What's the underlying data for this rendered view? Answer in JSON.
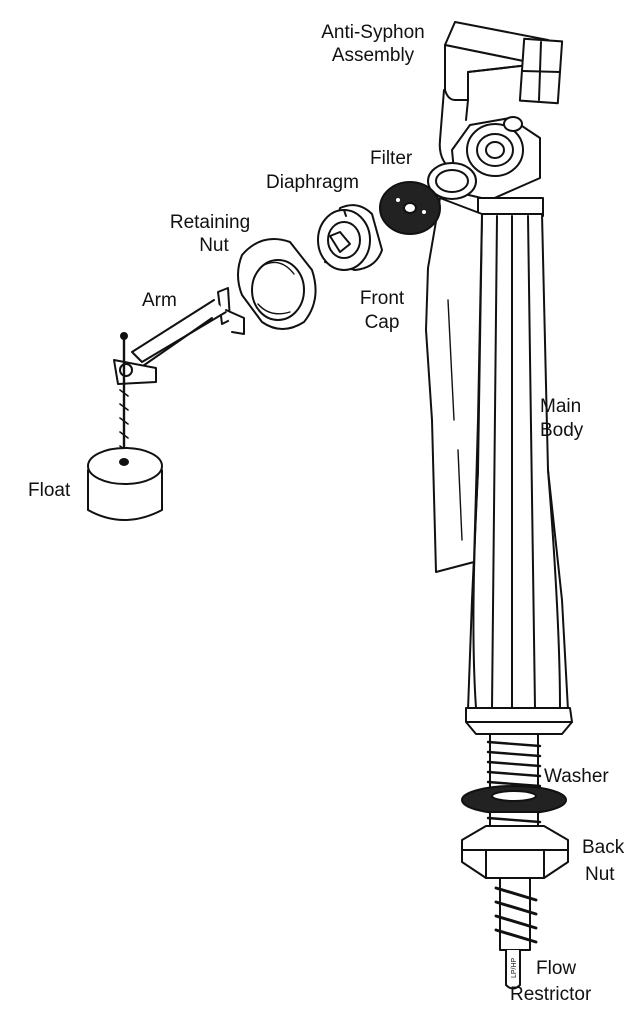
{
  "labels": {
    "anti_syphon_1": "Anti-Syphon",
    "anti_syphon_2": "Assembly",
    "filter": "Filter",
    "diaphragm": "Diaphragm",
    "retaining_nut_1": "Retaining",
    "retaining_nut_2": "Nut",
    "front_cap_1": "Front",
    "front_cap_2": "Cap",
    "arm": "Arm",
    "main_body_1": "Main",
    "main_body_2": "Body",
    "float": "Float",
    "washer": "Washer",
    "back_nut_1": "Back",
    "back_nut_2": "Nut",
    "flow_restrictor_1": "Flow",
    "flow_restrictor_2": "Restrictor",
    "restrictor_marking": "LP/HP"
  }
}
